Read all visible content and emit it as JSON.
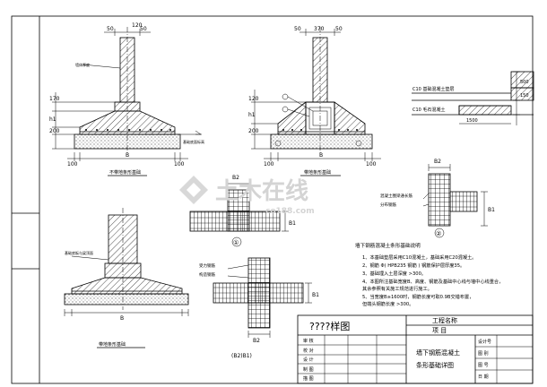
{
  "sections": {
    "s1_title": "不带地条形基础",
    "s2_title": "带地条形基础",
    "s3_title": "带地条形基础",
    "plan1_num": "①",
    "plan2_num": "②",
    "plan3_caption": "(B2)B1)"
  },
  "dims": {
    "s1_top_120": "120",
    "s1_50a": "50",
    "s1_50b": "50",
    "s1_170": "170",
    "s1_h1": "h1",
    "s1_200": "200",
    "s1_100": "100",
    "s1_B": "B",
    "s1_100r": "100",
    "s2_50a": "50",
    "s2_370": "370",
    "s2_50b": "50",
    "s2_120": "120",
    "s2_h1": "h1",
    "s2_200": "200",
    "s2_100": "100",
    "s2_B": "B",
    "s2_100r": "100",
    "s3_B": "B",
    "plan_B2a": "B2",
    "plan_B1a": "B1",
    "plan_B2b": "B2",
    "plan_B1b": "B1",
    "plan_B2c": "B2",
    "plan_B1c": "B1",
    "w500": "500",
    "w1500": "1500",
    "w150": "150"
  },
  "labels": {
    "s1_left": "墙体厚度",
    "s1_right": "基础底面标高",
    "s3_left": "基础底板与梁顶面",
    "c20_label": "C10 基础混凝土垫层",
    "c10_label": "C10 毛石混凝土",
    "plan2_label1": "混凝土圈梁通长筋",
    "plan2_label2": "分布钢筋",
    "plan3_label1": "受力钢筋",
    "plan3_label2": "构造钢筋"
  },
  "notes": {
    "title": "墙下钢筋混凝土条形基础说明",
    "items": [
      "1、本基础垫层采用C10混凝土，基础采用C20混凝土。",
      "2、钢筋 Φ( HPB235 钢筋 ) 钢筋保护层厚度35。",
      "3、基础埋入土层深度 >300。",
      "4、本图所注基础宽度B、高度、钢筋及基础中心线与墙中心线重合，",
      "   其余参照有关施工规范进行施工。",
      "5、当宽度B≥1600时，钢筋长度可取0.9B交错布置，",
      "   但端头钢筋长度 >300。"
    ]
  },
  "title_block": {
    "drawing_label": "????样图",
    "project": "工程名称",
    "item": "项    目",
    "rows": [
      "审 核",
      "校 对",
      "设 计",
      "制 图",
      "描 图"
    ],
    "drawing_title_1": "墙下钢筋混凝土",
    "drawing_title_2": "条形基础详图",
    "right_labels": [
      "设计号",
      "图 别",
      "图 号",
      "日 期"
    ]
  },
  "watermark": {
    "text": "土木在线",
    "sub": "co188.com"
  }
}
